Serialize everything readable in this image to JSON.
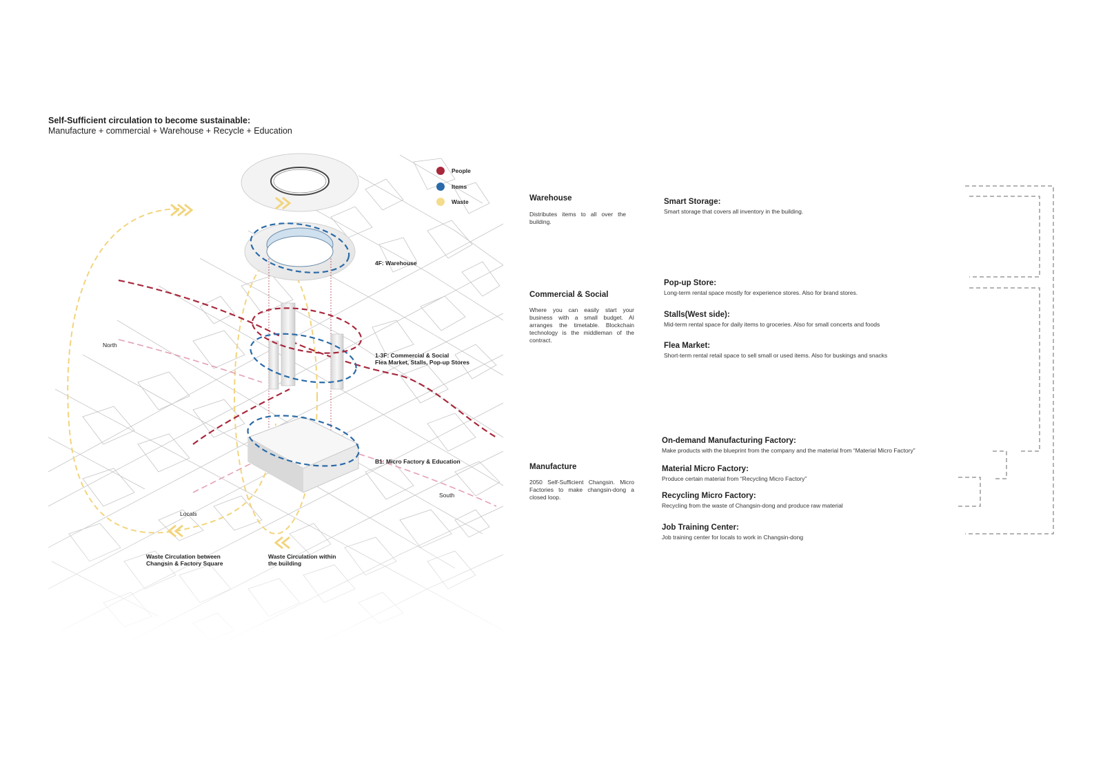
{
  "title": {
    "line1": "Self-Sufficient circulation to become sustainable:",
    "line2": "Manufacture + commercial + Warehouse + Recycle + Education"
  },
  "legend": [
    {
      "label": "People",
      "color": "#a8283c"
    },
    {
      "label": "Items",
      "color": "#2a6aa8"
    },
    {
      "label": "Waste",
      "color": "#f4dc8c"
    }
  ],
  "colors": {
    "people": "#a8283c",
    "people_light": "#e4a0b2",
    "items": "#2a6aa8",
    "waste": "#f2d47c",
    "map_line": "#bdbdbd",
    "bracket": "#9a9a9a"
  },
  "diagram_labels": {
    "floor_4f": "4F: Warehouse",
    "floor_13f_line1": "1-3F: Commercial & Social",
    "floor_13f_line2": "Flea Market, Stalls, Pop-up Stores",
    "floor_b1": "B1: Micro Factory & Education",
    "north": "North",
    "south": "South",
    "locals": "Locals",
    "waste_between_line1": "Waste Circulation between",
    "waste_between_line2": "Changsin & Factory Square",
    "waste_within_line1": "Waste Circulation within",
    "waste_within_line2": "the building"
  },
  "sections": [
    {
      "title": "Warehouse",
      "desc": "Distributes items  to all over the building."
    },
    {
      "title": "Commercial & Social",
      "desc": "Where you can easily start your business with a small budget. AI arranges the timetable. Blockchain technology is the middleman of the contract."
    },
    {
      "title": "Manufacture",
      "desc": "2050 Self-Sufficient Changsin. Micro Factories to make changsin-dong a closed loop."
    }
  ],
  "items": [
    {
      "title": "Smart Storage:",
      "desc": "Smart storage that covers all inventory in the building."
    },
    {
      "title": "Pop-up Store:",
      "desc": "Long-term rental space mostly for experience stores. Also for brand stores."
    },
    {
      "title": "Stalls(West side):",
      "desc": "Mid-term rental space for daily items to groceries. Also for small concerts and foods"
    },
    {
      "title": "Flea Market:",
      "desc": "Short-term rental retail space to sell small or used items. Also for buskings and snacks"
    },
    {
      "title": "On-demand Manufacturing Factory:",
      "desc": "Make products with the blueprint from the company and the material from “Material Micro Factory”"
    },
    {
      "title": "Material Micro Factory:",
      "desc": "Produce certain material from “Recycling Micro Factory”"
    },
    {
      "title": "Recycling Micro Factory:",
      "desc": "Recycling from the waste of Changsin-dong and produce raw material"
    },
    {
      "title": "Job Training Center:",
      "desc": "Job training center for locals to work in Changsin-dong"
    }
  ]
}
